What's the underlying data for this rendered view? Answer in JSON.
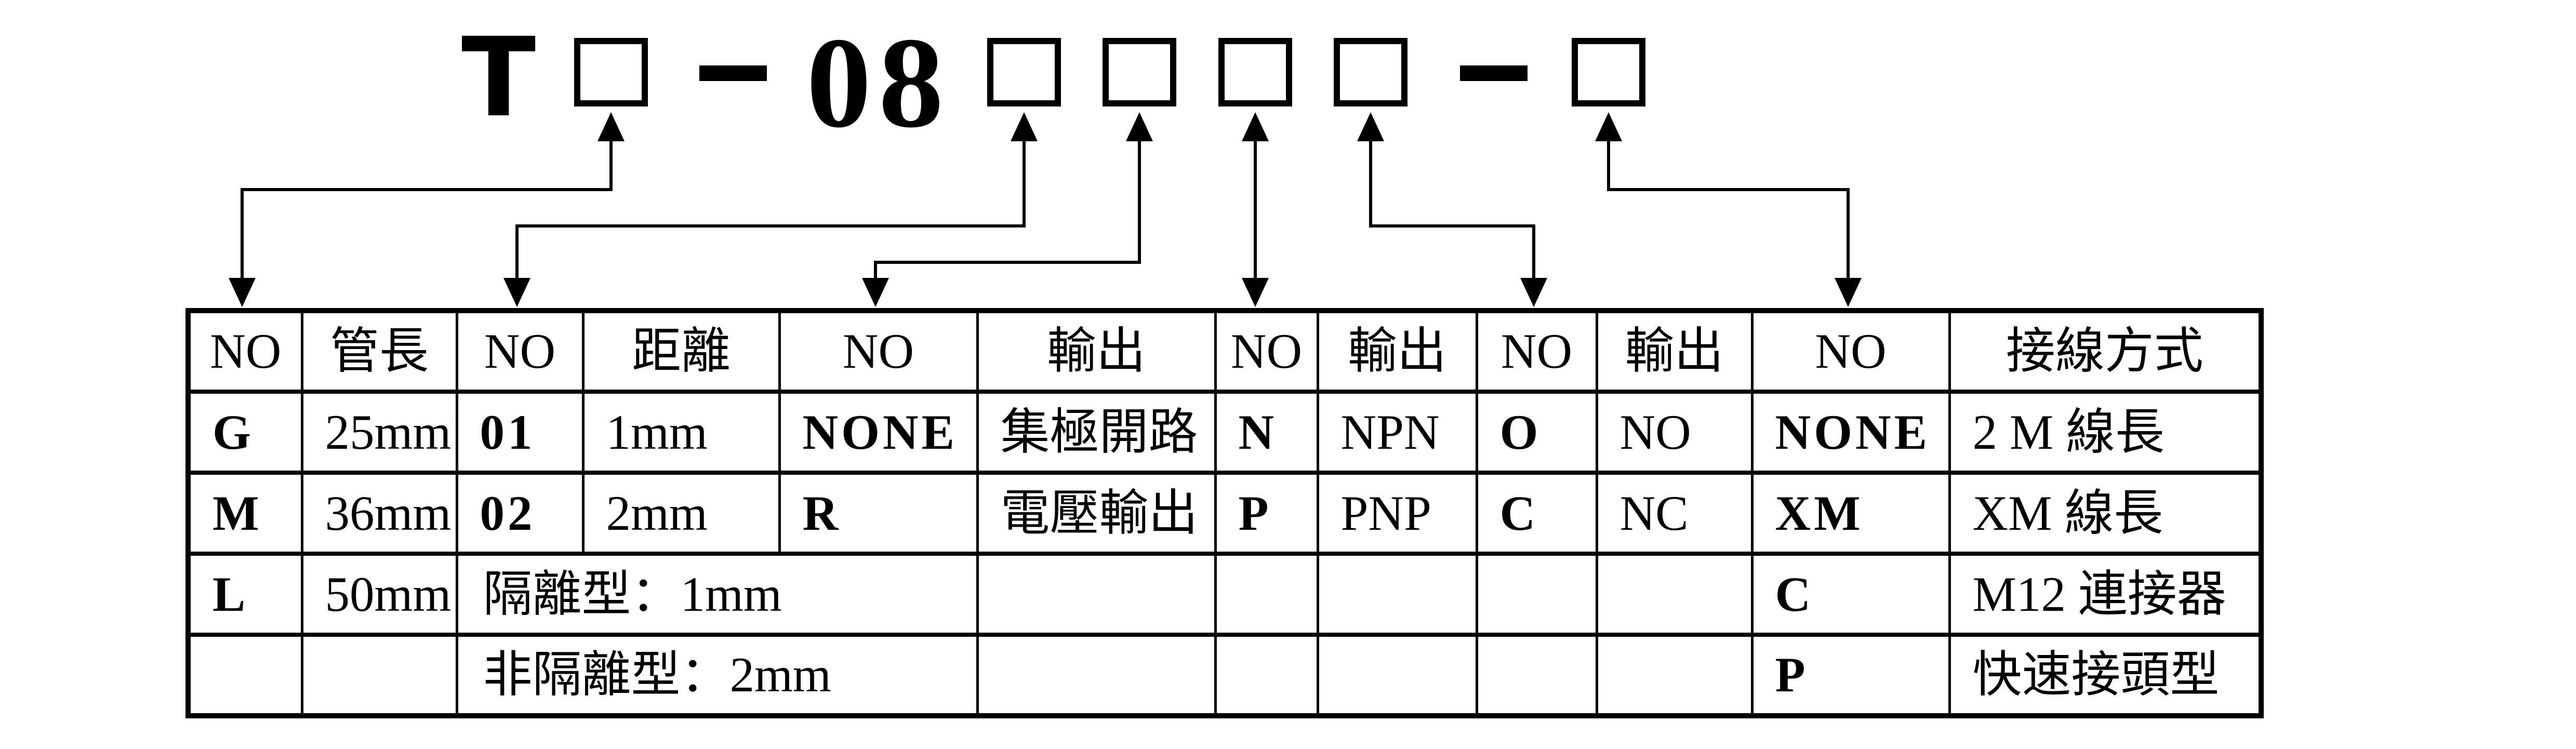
{
  "page": {
    "background": "#ffffff",
    "ink": "#000000"
  },
  "model_code": {
    "full": "T□-08□□□□-□",
    "prefix": "T",
    "dash": "-",
    "fixed_segment": "08",
    "placeholder_symbol": "□",
    "placeholder_count": 6
  },
  "table": {
    "headers": [
      "NO",
      "管長",
      "NO",
      "距離",
      "NO",
      "輸出",
      "NO",
      "輸出",
      "NO",
      "輸出",
      "NO",
      "接線方式"
    ],
    "rows": [
      {
        "cells": [
          "G",
          "25mm",
          "01",
          "1mm",
          "NONE",
          "集極開路",
          "N",
          "NPN",
          "O",
          "NO",
          "NONE",
          "2 M 線長"
        ]
      },
      {
        "cells": [
          "M",
          "36mm",
          "02",
          "2mm",
          "R",
          "電壓輸出",
          "P",
          "PNP",
          "C",
          "NC",
          "XM",
          "XM 線長"
        ]
      },
      {
        "cells": [
          "L",
          "50mm",
          "隔離型：1mm",
          "",
          "",
          "",
          "",
          "",
          "C",
          "M12 連接器"
        ]
      },
      {
        "cells": [
          "",
          "",
          "非隔離型：2mm",
          "",
          "",
          "",
          "",
          "",
          "P",
          "快速接頭型"
        ]
      }
    ]
  }
}
